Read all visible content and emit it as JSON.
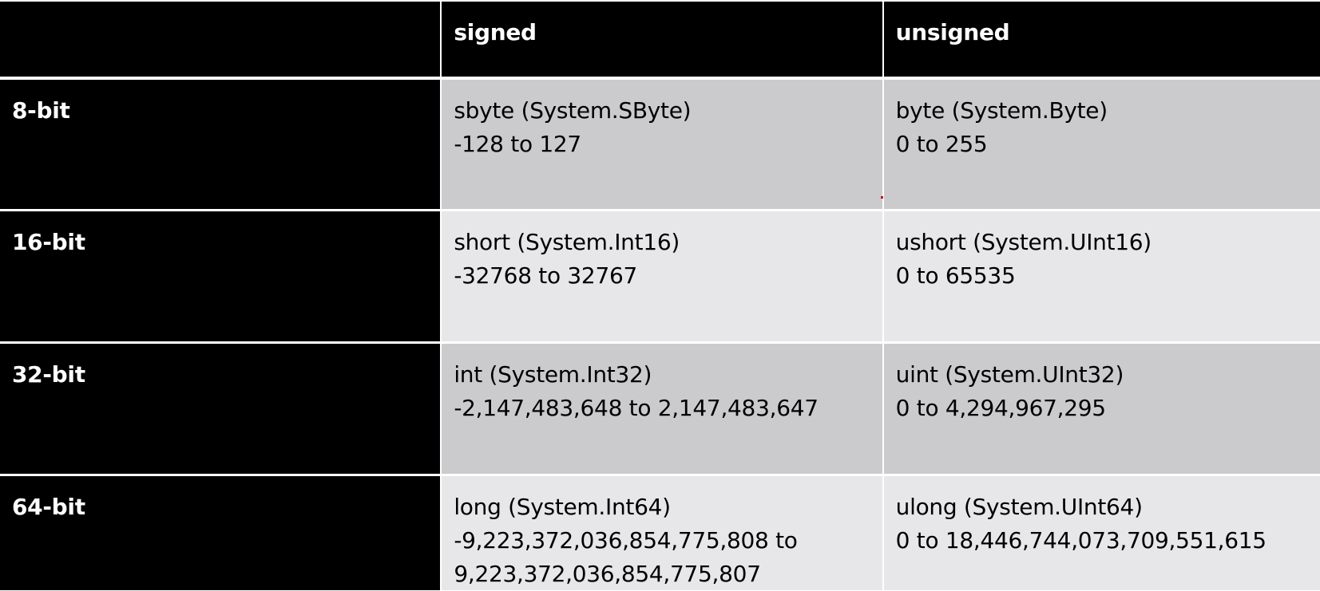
{
  "header": {
    "corner": "",
    "signed": "signed",
    "unsigned": "unsigned"
  },
  "rows": [
    {
      "label": "8-bit",
      "signed_type": "sbyte (System.SByte)",
      "signed_range": "-128 to 127",
      "unsigned_type": "byte (System.Byte)",
      "unsigned_range": "0 to 255"
    },
    {
      "label": "16-bit",
      "signed_type": "short (System.Int16)",
      "signed_range": "-32768 to 32767",
      "unsigned_type": "ushort (System.UInt16)",
      "unsigned_range": "0 to 65535"
    },
    {
      "label": "32-bit",
      "signed_type": "int (System.Int32)",
      "signed_range": "-2,147,483,648 to 2,147,483,647",
      "unsigned_type": "uint (System.UInt32)",
      "unsigned_range": "0 to 4,294,967,295"
    },
    {
      "label": "64-bit",
      "signed_type": "long (System.Int64)",
      "signed_range": "-9,223,372,036,854,775,808 to 9,223,372,036,854,775,807",
      "unsigned_type": "ulong (System.UInt64)",
      "unsigned_range": "0 to 18,446,744,073,709,551,615"
    }
  ],
  "colors": {
    "header_bg": "#000000",
    "label_bg": "#000000",
    "band_dark": "#cbcbcd",
    "band_light": "#e7e7e9",
    "grid": "#ffffff"
  }
}
